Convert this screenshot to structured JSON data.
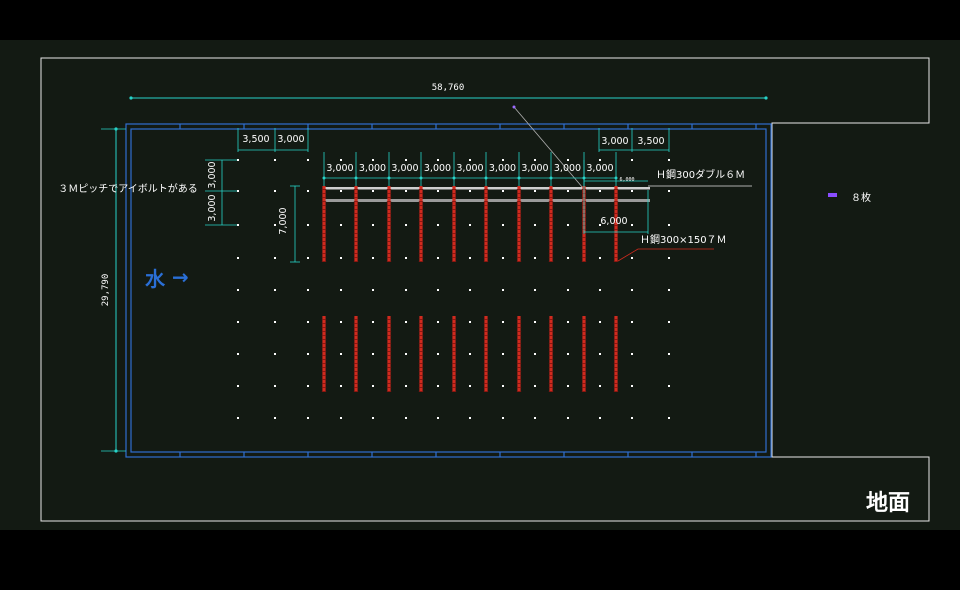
{
  "drawing": {
    "overall_width": "58,760",
    "overall_height": "29,790",
    "ground_label": "地面",
    "water_label": "水",
    "water_arrow": "→",
    "bolt_note": "３Ｍピッチでアイボルトがある",
    "legend_text": "８枚",
    "beam_double_label": "Ｈ鋼300ダブル６Ｍ",
    "beam_single_label": "Ｈ鋼300×150７Ｍ",
    "dim_6000": "6,000",
    "dim_6000_small": "6,000",
    "dim_7000": "7,000",
    "dim_3500_left": "3,500",
    "dim_3000_left": "3,000",
    "dim_3000_right": "3,000",
    "dim_3500_right": "3,500",
    "dim_vertical_1": "3,000",
    "dim_vertical_2": "3,000",
    "pitch_dims": [
      "3,000",
      "3,000",
      "3,000",
      "3,000",
      "3,000",
      "3,000",
      "3,000",
      "3,000",
      "3,000"
    ],
    "colors": {
      "outline": "#e8e8e8",
      "frame": "#2f6fd0",
      "dimension": "#27d3c9",
      "beam": "#d12a1e",
      "point": "#ffffff",
      "legend": "#8a4dff"
    }
  }
}
